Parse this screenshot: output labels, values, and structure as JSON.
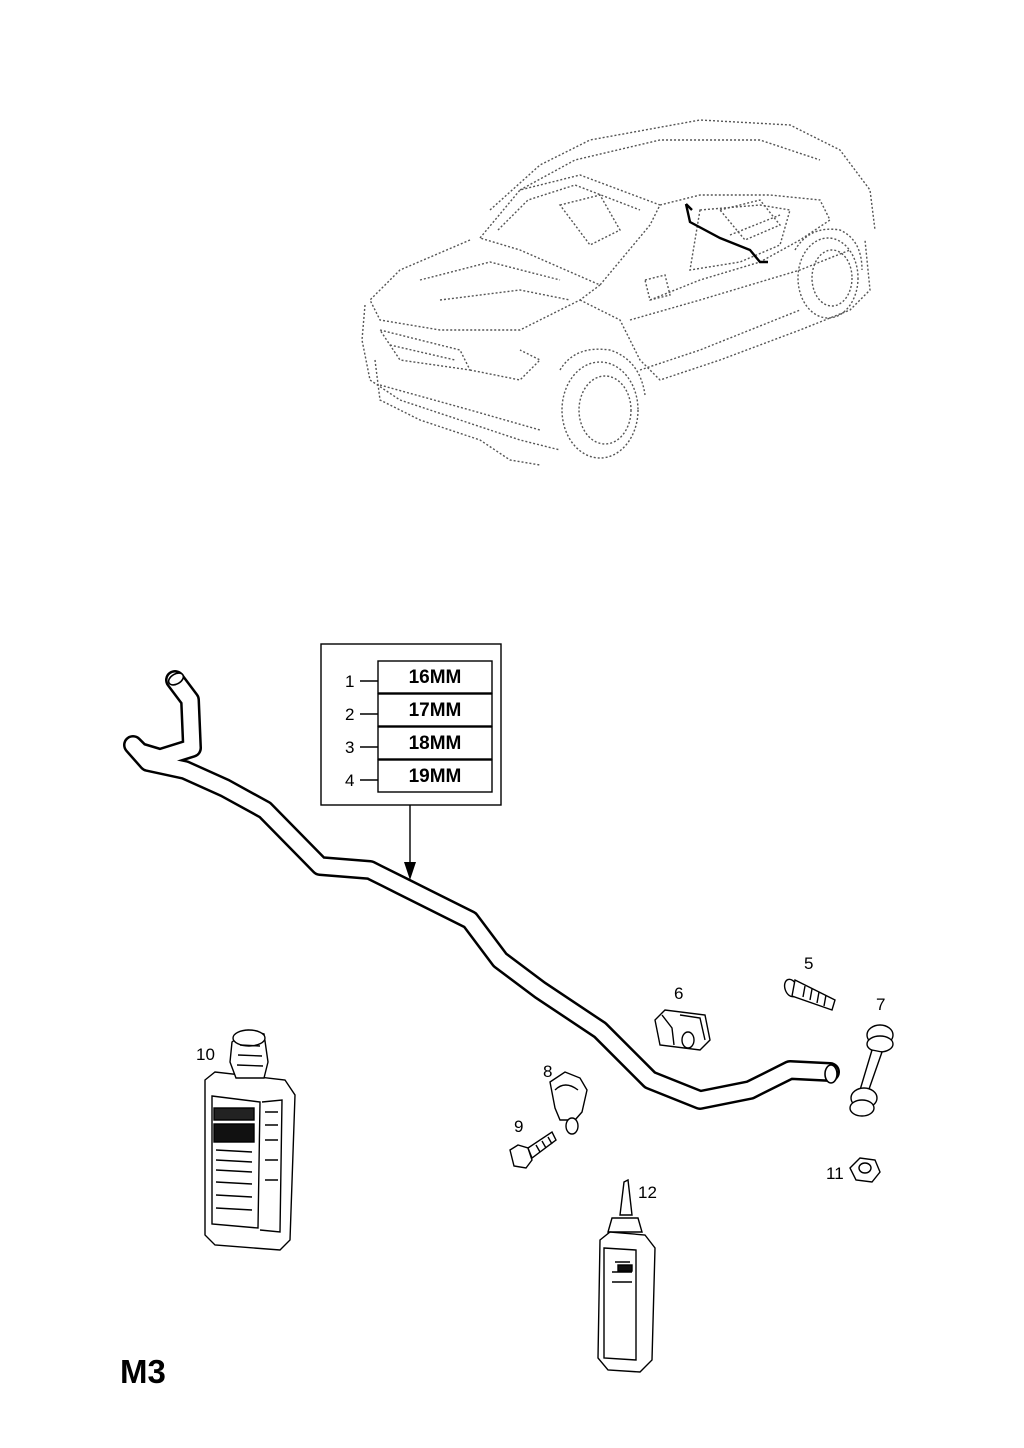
{
  "page_code": "M3",
  "size_table": {
    "rows": [
      {
        "num": "1",
        "size": "16MM"
      },
      {
        "num": "2",
        "size": "17MM"
      },
      {
        "num": "3",
        "size": "18MM"
      },
      {
        "num": "4",
        "size": "19MM"
      }
    ]
  },
  "callouts": {
    "c5": "5",
    "c6": "6",
    "c7": "7",
    "c8": "8",
    "c9": "9",
    "c10": "10",
    "c11": "11",
    "c12": "12"
  },
  "colors": {
    "line": "#000000",
    "car_outline": "#555555",
    "background": "#ffffff"
  }
}
